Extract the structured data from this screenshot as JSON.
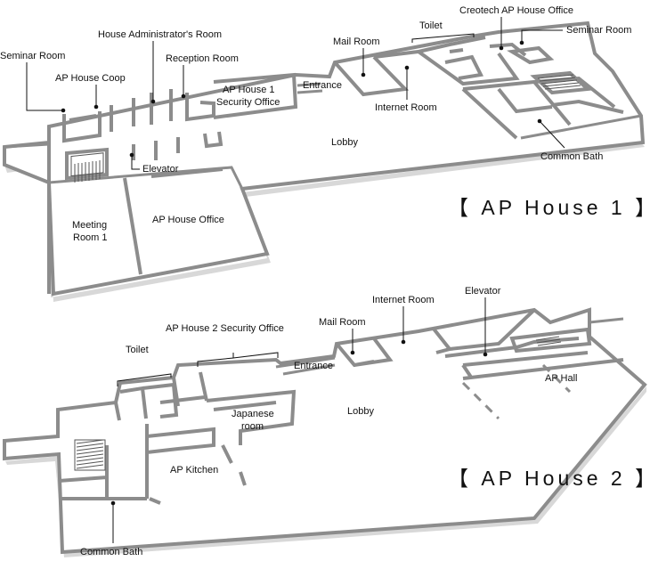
{
  "buildings": [
    {
      "title": "【 AP House 1 】",
      "labels": {
        "seminar_room_left": "Seminar Room",
        "ap_house_coop": "AP House Coop",
        "house_admin_room": "House Administrator's Room",
        "reception_room": "Reception Room",
        "security_office_line1": "AP House 1",
        "security_office_line2": "Security Office",
        "entrance": "Entrance",
        "mail_room": "Mail Room",
        "toilet": "Toilet",
        "creotech_office": "Creotech AP House Office",
        "seminar_room_right": "Seminar Room",
        "internet_room": "Internet Room",
        "lobby": "Lobby",
        "elevator": "Elevator",
        "common_bath": "Common Bath",
        "meeting_room_line1": "Meeting",
        "meeting_room_line2": "Room 1",
        "ap_house_office": "AP House Office"
      }
    },
    {
      "title": "【 AP House 2 】",
      "labels": {
        "toilet": "Toilet",
        "security_office": "AP House 2 Security Office",
        "mail_room": "Mail Room",
        "internet_room": "Internet Room",
        "elevator": "Elevator",
        "entrance": "Entrance",
        "lobby": "Lobby",
        "ap_hall": "AP Hall",
        "japanese_room_line1": "Japanese",
        "japanese_room_line2": "room",
        "ap_kitchen": "AP Kitchen",
        "common_bath": "Common Bath"
      }
    }
  ]
}
